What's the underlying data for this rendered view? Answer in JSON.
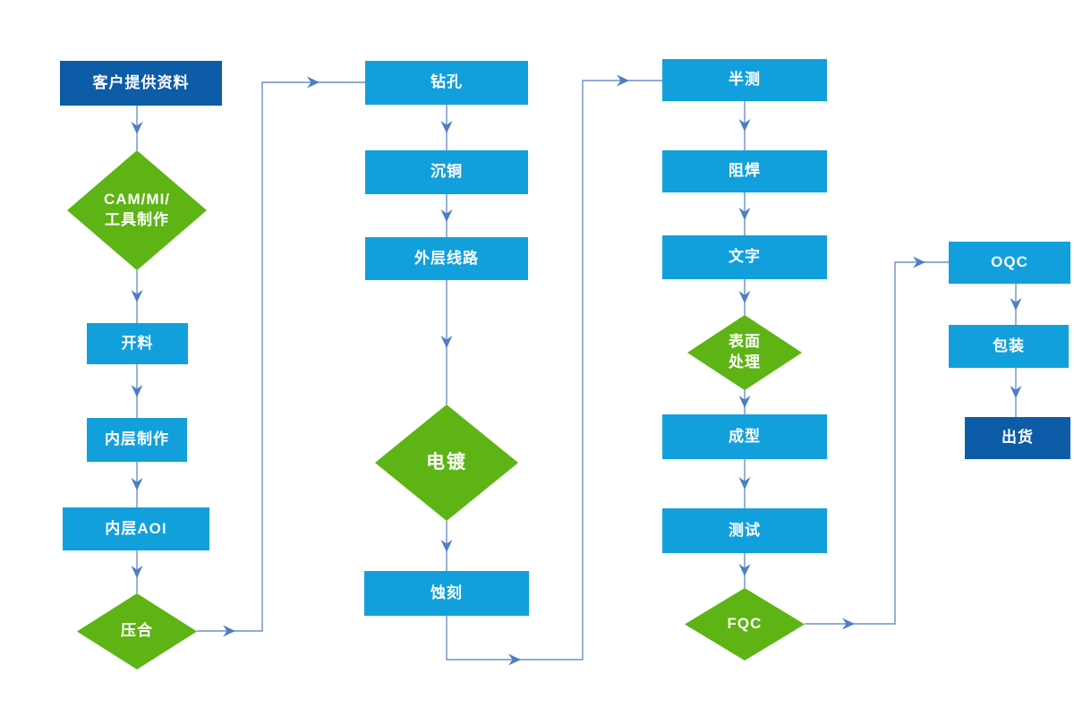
{
  "page": {
    "background": "#ffffff"
  },
  "flowchart": {
    "description": "PCB manufacturing process flowchart",
    "colors": {
      "process_box": "#12A0DC",
      "terminal_box": "#0D5CA7",
      "decision_diamond": "#5DB414",
      "connector_line": "#6B90C9",
      "arrowhead": "#4E7EC3",
      "label_text": "#FFFFFF"
    },
    "nodes": [
      {
        "id": "customer-data",
        "label": "客户提供资料",
        "shape": "rect-dark"
      },
      {
        "id": "cam-mi-tooling",
        "label": "CAM/MI/\n工具制作",
        "shape": "diamond"
      },
      {
        "id": "cutting",
        "label": "开料",
        "shape": "rect"
      },
      {
        "id": "inner-layer",
        "label": "内层制作",
        "shape": "rect"
      },
      {
        "id": "inner-aoi",
        "label": "内层AOI",
        "shape": "rect"
      },
      {
        "id": "lamination",
        "label": "压合",
        "shape": "diamond"
      },
      {
        "id": "drilling",
        "label": "钻孔",
        "shape": "rect"
      },
      {
        "id": "copper-deposition",
        "label": "沉铜",
        "shape": "rect"
      },
      {
        "id": "outer-layer-circuit",
        "label": "外层线路",
        "shape": "rect"
      },
      {
        "id": "plating",
        "label": "电镀",
        "shape": "diamond"
      },
      {
        "id": "etching",
        "label": "蚀刻",
        "shape": "rect"
      },
      {
        "id": "half-test",
        "label": "半测",
        "shape": "rect"
      },
      {
        "id": "solder-mask",
        "label": "阻焊",
        "shape": "rect"
      },
      {
        "id": "silkscreen",
        "label": "文字",
        "shape": "rect"
      },
      {
        "id": "surface-treatment",
        "label": "表面\n处理",
        "shape": "diamond"
      },
      {
        "id": "forming",
        "label": "成型",
        "shape": "rect"
      },
      {
        "id": "testing",
        "label": "测试",
        "shape": "rect"
      },
      {
        "id": "fqc",
        "label": "FQC",
        "shape": "diamond"
      },
      {
        "id": "oqc",
        "label": "OQC",
        "shape": "rect"
      },
      {
        "id": "packaging",
        "label": "包装",
        "shape": "rect"
      },
      {
        "id": "shipment",
        "label": "出货",
        "shape": "rect-dark"
      }
    ],
    "edges": [
      [
        "customer-data",
        "cam-mi-tooling"
      ],
      [
        "cam-mi-tooling",
        "cutting"
      ],
      [
        "cutting",
        "inner-layer"
      ],
      [
        "inner-layer",
        "inner-aoi"
      ],
      [
        "inner-aoi",
        "lamination"
      ],
      [
        "lamination",
        "drilling"
      ],
      [
        "drilling",
        "copper-deposition"
      ],
      [
        "copper-deposition",
        "outer-layer-circuit"
      ],
      [
        "outer-layer-circuit",
        "plating"
      ],
      [
        "plating",
        "etching"
      ],
      [
        "etching",
        "half-test"
      ],
      [
        "half-test",
        "solder-mask"
      ],
      [
        "solder-mask",
        "silkscreen"
      ],
      [
        "silkscreen",
        "surface-treatment"
      ],
      [
        "surface-treatment",
        "forming"
      ],
      [
        "forming",
        "testing"
      ],
      [
        "testing",
        "fqc"
      ],
      [
        "fqc",
        "oqc"
      ],
      [
        "oqc",
        "packaging"
      ],
      [
        "packaging",
        "shipment"
      ]
    ]
  }
}
